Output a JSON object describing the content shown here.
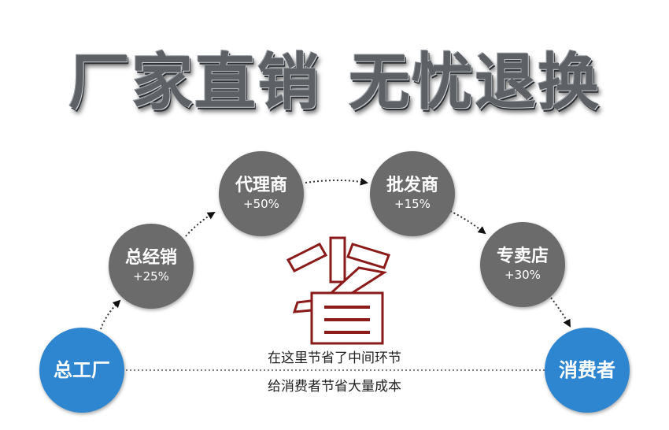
{
  "headline": {
    "left": "厂家直销",
    "right": "无忧退换"
  },
  "nodes": {
    "factory": {
      "name": "总工厂"
    },
    "general_distributor": {
      "name": "总经销",
      "markup": "+25%"
    },
    "agent": {
      "name": "代理商",
      "markup": "+50%"
    },
    "wholesaler": {
      "name": "批发商",
      "markup": "+15%"
    },
    "store": {
      "name": "专卖店",
      "markup": "+30%"
    },
    "consumer": {
      "name": "消费者"
    }
  },
  "center": {
    "character": "省",
    "line1": "在这里节省了中间环节",
    "line2": "给消费者节省大量成本"
  },
  "colors": {
    "gray_node": "#6b6b6b",
    "blue_node": "#2f86d0",
    "accent": "#8b1a1a"
  }
}
